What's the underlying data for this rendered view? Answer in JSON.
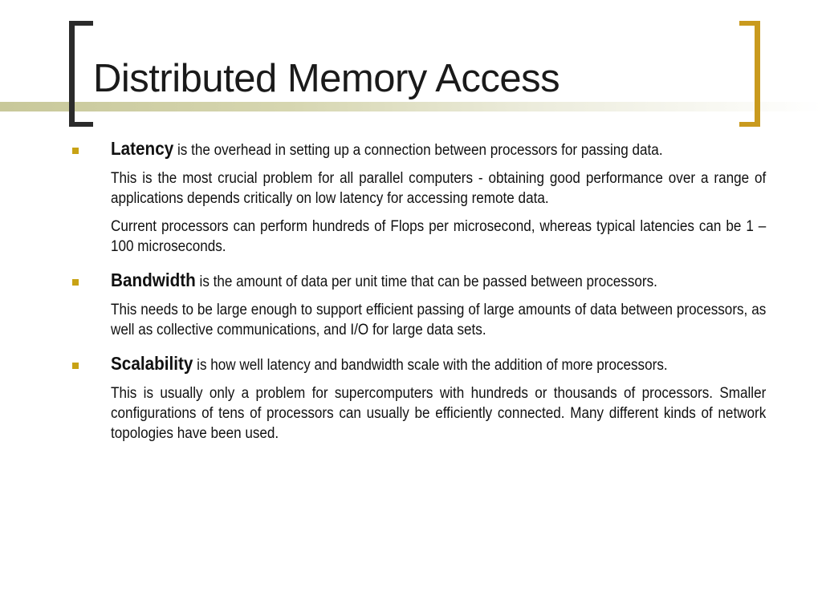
{
  "slide": {
    "title": "Distributed Memory Access",
    "accent_color": "#c99a1e",
    "bracket_left_color": "#2b2b2b",
    "bullet_color": "#c8a214",
    "bullets": [
      {
        "term": "Latency",
        "definition": " is the overhead in setting up a connection between processors for passing data.",
        "details": [
          "This is the most crucial problem for all parallel computers - obtaining good performance over a range of applications depends critically on low latency for accessing remote data.",
          "Current processors can perform hundreds of Flops per microsecond, whereas typical latencies can be 1 – 100 microseconds."
        ]
      },
      {
        "term": "Bandwidth",
        "definition": " is the amount of data per unit time that can be passed between processors.",
        "details": [
          "This needs to be large enough to support efficient passing of large amounts of data between processors, as well as collective communications, and I/O for large data sets."
        ]
      },
      {
        "term": "Scalability",
        "definition": " is how well latency and bandwidth scale with the addition of more processors.",
        "details": [
          "This is usually only a problem for supercomputers with hundreds or thousands of processors. Smaller configurations of tens of processors can usually be efficiently connected. Many different kinds of network topologies have been used."
        ]
      }
    ]
  }
}
